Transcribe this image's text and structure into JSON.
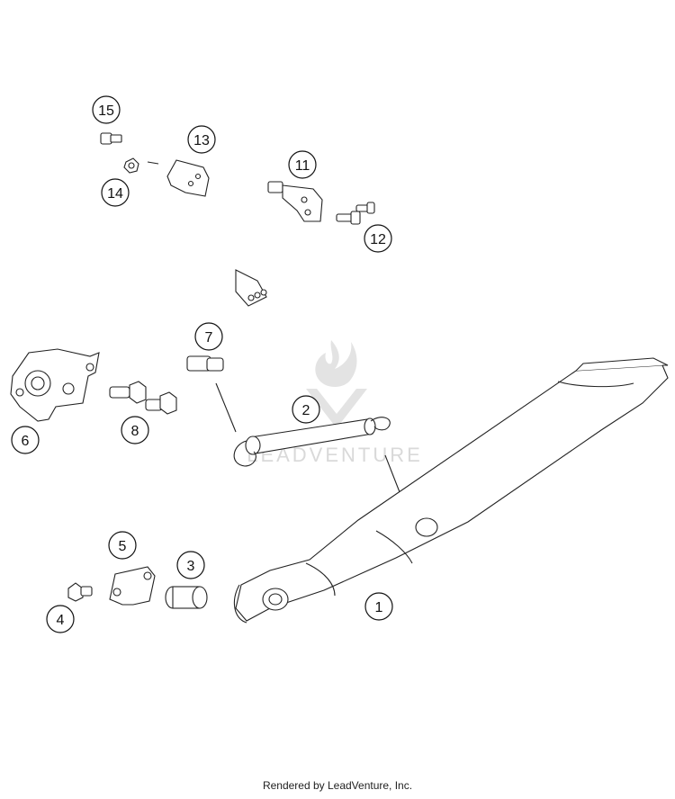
{
  "diagram": {
    "callouts": [
      "1",
      "2",
      "3",
      "4",
      "5",
      "6",
      "7",
      "8",
      "11",
      "12",
      "13",
      "14",
      "15"
    ],
    "watermark": {
      "text": "LEADVENTURE",
      "color": "#d9d9d9"
    },
    "footer": "Rendered by LeadVenture, Inc."
  }
}
